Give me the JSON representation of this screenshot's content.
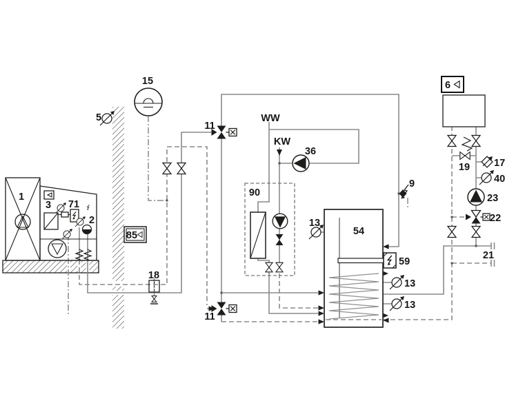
{
  "colors": {
    "pipe": "#8a8a8a",
    "component": "#1d1d1b",
    "background": "#ffffff"
  },
  "labels": {
    "outdoor_unit": "1",
    "compressor": "3",
    "inverter": "71",
    "pump_outdoor": "2",
    "outdoor_sensor": "5",
    "expansion_vessel": "15",
    "controller": "85",
    "safety_drain": "18",
    "valve_top": "11",
    "valve_bottom": "11",
    "warm_water": "WW",
    "cold_water": "KW",
    "circulation_pump": "36",
    "freshwater_module": "90",
    "contact_sensor": "9",
    "sensor_tank_left": "13",
    "sensor_tank_upper": "13",
    "sensor_tank_lower": "13",
    "storage_tank": "54",
    "electric_heater": "59",
    "remote_control": "6",
    "overflow_valve": "19",
    "flow_switch": "17",
    "sensor_supply": "40",
    "heating_pump": "23",
    "diverting_valve": "22",
    "connection_pair": "21"
  }
}
